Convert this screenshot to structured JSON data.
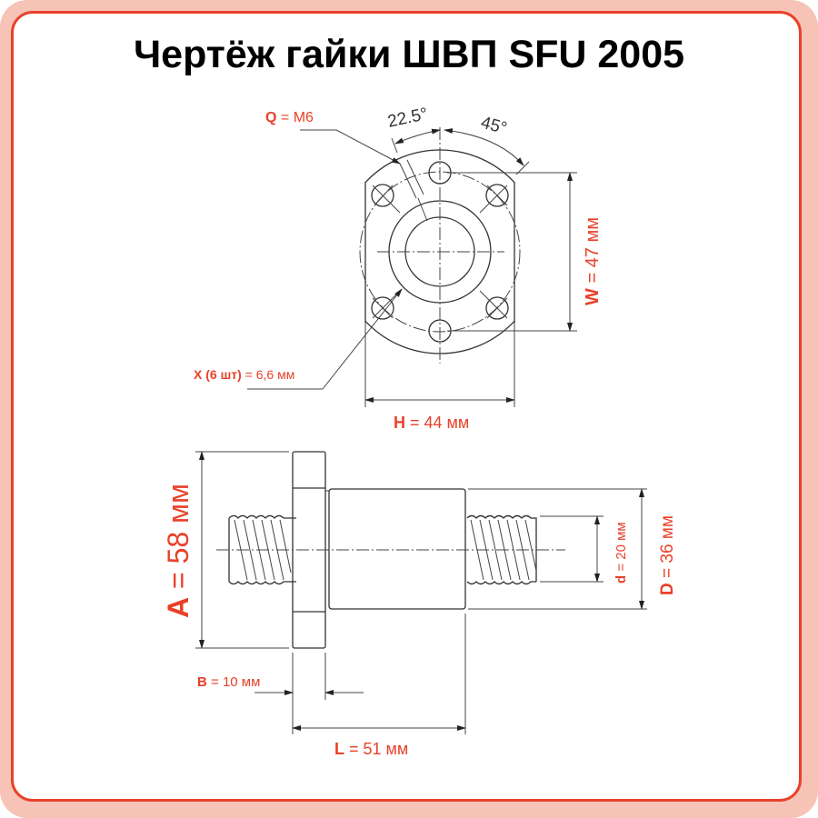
{
  "title": "Чертёж гайки ШВП SFU 2005",
  "colors": {
    "accent": "#e8412a",
    "frame": "#f6c3b6",
    "line": "#333333"
  },
  "angles": {
    "a1": "22.5°",
    "a2": "45°"
  },
  "labels": {
    "Q": {
      "key": "Q",
      "value": " = M6"
    },
    "X": {
      "key": "X (6 шт)",
      "value": " = 6,6 мм"
    },
    "H": {
      "key": "H",
      "value": " = 44 мм"
    },
    "W": {
      "key": "W",
      "value": " = 47 мм"
    },
    "A": {
      "key": "A",
      "value": " = 58 мм"
    },
    "d": {
      "key": "d",
      "value": " = 20 мм"
    },
    "D": {
      "key": "D",
      "value": " = 36 мм"
    },
    "B": {
      "key": "B",
      "value": " = 10 мм"
    },
    "L": {
      "key": "L",
      "value": " = 51 мм"
    }
  }
}
